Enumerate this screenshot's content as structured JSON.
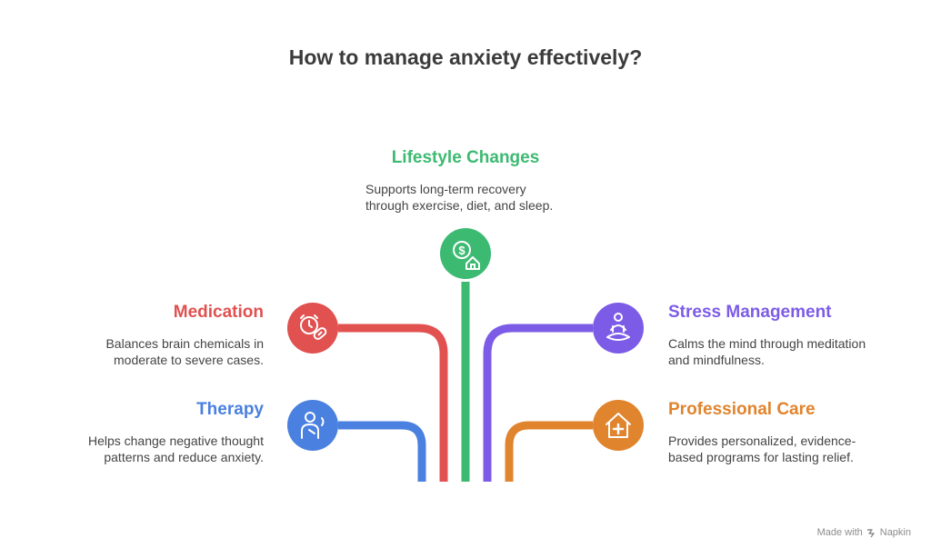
{
  "title": "How to manage anxiety effectively?",
  "colors": {
    "lifestyle": "#3dba72",
    "medication": "#e0514f",
    "stress": "#7c5ce6",
    "therapy": "#4a80df",
    "professional": "#e0842e"
  },
  "items": {
    "lifestyle": {
      "heading": "Lifestyle Changes",
      "desc_line1": "Supports long-term recovery",
      "desc_line2": "through exercise, diet, and sleep.",
      "icon": "money-home-icon"
    },
    "medication": {
      "heading": "Medication",
      "desc_line1": "Balances brain chemicals in",
      "desc_line2": "moderate to severe cases.",
      "icon": "alarm-pill-icon"
    },
    "stress": {
      "heading": "Stress Management",
      "desc_line1": "Calms the mind through meditation",
      "desc_line2": "and mindfulness.",
      "icon": "meditation-icon"
    },
    "therapy": {
      "heading": "Therapy",
      "desc_line1": "Helps change negative thought",
      "desc_line2": "patterns and reduce anxiety.",
      "icon": "person-speaking-icon"
    },
    "professional": {
      "heading": "Professional Care",
      "desc_line1": "Provides personalized, evidence-",
      "desc_line2": "based programs for lasting relief.",
      "icon": "medical-house-icon"
    }
  },
  "watermark": {
    "prefix": "Made with",
    "brand": "Napkin"
  }
}
